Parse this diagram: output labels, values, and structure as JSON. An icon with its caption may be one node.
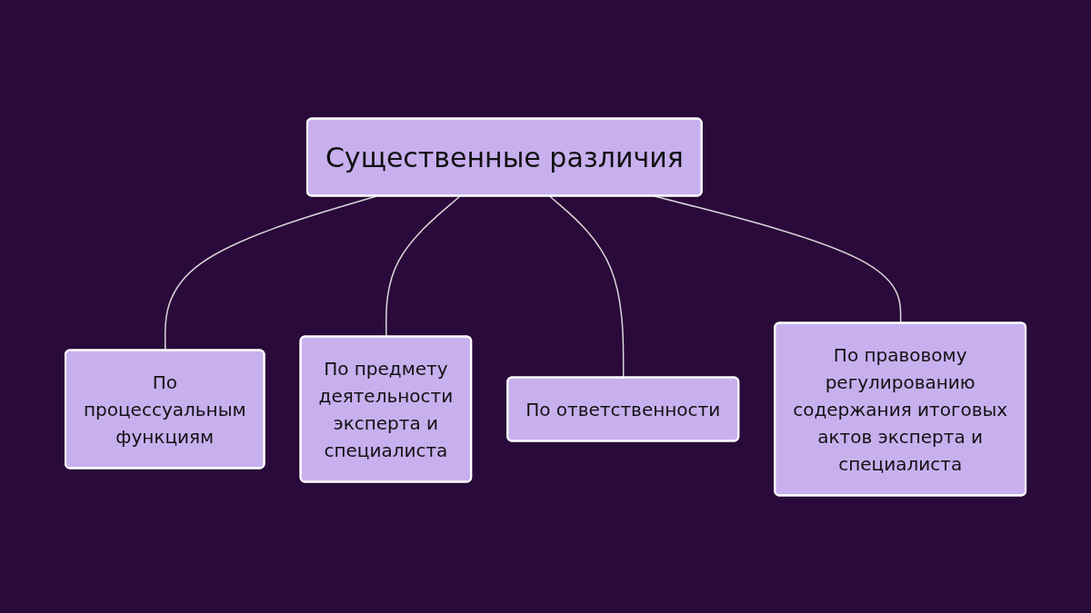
{
  "diagram": {
    "nodes": [
      {
        "text": [
          "Существенные различия"
        ]
      },
      {
        "text": [
          "По процессуальным функциям"
        ]
      },
      {
        "text": [
          "По предмету деятельности эксперта и специалиста"
        ]
      },
      {
        "text": [
          "По ответственности"
        ]
      },
      {
        "text": [
          "По правовому регулированию содержания итоговых актов эксперта и специалиста"
        ]
      }
    ],
    "edges": [
      {
        "from": 0,
        "to": 1,
        "arrow": "none"
      },
      {
        "from": 0,
        "to": 2,
        "arrow": "none"
      },
      {
        "from": 0,
        "to": 3,
        "arrow": "none"
      },
      {
        "from": 0,
        "to": 4,
        "arrow": "none"
      }
    ]
  }
}
